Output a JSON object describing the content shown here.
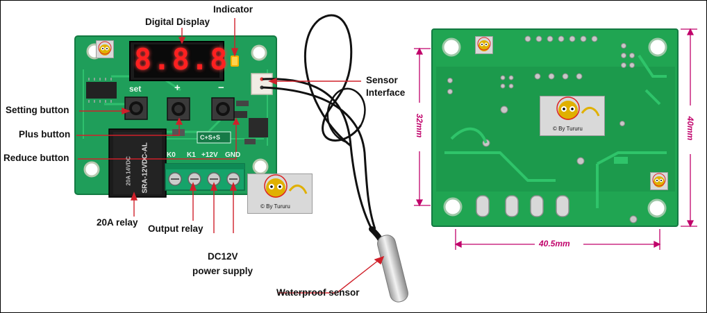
{
  "labels": {
    "indicator": "Indicator",
    "digital_display": "Digital Display",
    "sensor_interface_line1": "Sensor",
    "sensor_interface_line2": "Interface",
    "setting_button": "Setting button",
    "plus_button": "Plus button",
    "reduce_button": "Reduce button",
    "relay_20a": "20A relay",
    "output_relay": "Output relay",
    "dc12v_line1": "DC12V",
    "dc12v_line2": "power supply",
    "waterproof_sensor": "Waterproof sensor"
  },
  "display": {
    "digits": "8.8.8"
  },
  "pcb_silkscreen": {
    "set": "set",
    "plus": "+",
    "minus": "−",
    "terminals": [
      "K0",
      "K1",
      "+12V",
      "GND"
    ],
    "jumpers": "C+S+S",
    "relay_model": "SRA-12VDC-AL",
    "relay_rating": "20A 14VDC"
  },
  "dimensions": {
    "height_inner": "32mm",
    "height_outer": "40mm",
    "width": "40.5mm"
  },
  "watermark": {
    "text": "© By Tururu"
  },
  "colors": {
    "pcb_green": "#1f9e5a",
    "label_line": "#d0202a",
    "dimension": "#c0006a",
    "display_red": "#ff2020"
  }
}
